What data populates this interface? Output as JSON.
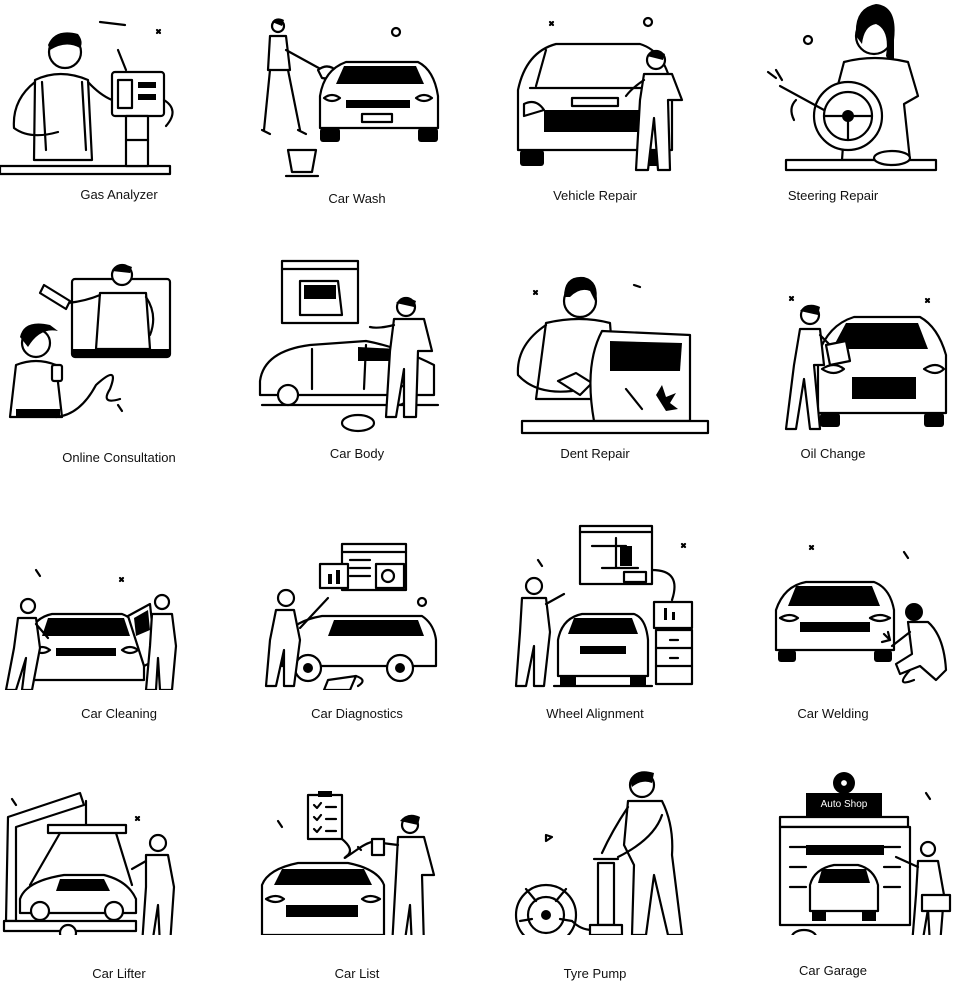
{
  "icons": [
    {
      "label": "Gas Analyzer",
      "icon": "gas-analyzer-icon"
    },
    {
      "label": "Car Wash",
      "icon": "car-wash-icon"
    },
    {
      "label": "Vehicle Repair",
      "icon": "vehicle-repair-icon"
    },
    {
      "label": "Steering Repair",
      "icon": "steering-repair-icon"
    },
    {
      "label": "Online Consultation",
      "icon": "online-consultation-icon"
    },
    {
      "label": "Car Body",
      "icon": "car-body-icon"
    },
    {
      "label": "Dent Repair",
      "icon": "dent-repair-icon"
    },
    {
      "label": "Oil Change",
      "icon": "oil-change-icon"
    },
    {
      "label": "Car Cleaning",
      "icon": "car-cleaning-icon"
    },
    {
      "label": "Car Diagnostics",
      "icon": "car-diagnostics-icon"
    },
    {
      "label": "Wheel Alignment",
      "icon": "wheel-alignment-icon"
    },
    {
      "label": "Car Welding",
      "icon": "car-welding-icon"
    },
    {
      "label": "Car Lifter",
      "icon": "car-lifter-icon"
    },
    {
      "label": "Car List",
      "icon": "car-list-icon"
    },
    {
      "label": "Tyre Pump",
      "icon": "tyre-pump-icon"
    },
    {
      "label": "Car Garage",
      "icon": "car-garage-icon"
    }
  ],
  "signs": {
    "auto_shop": "Auto Shop"
  }
}
